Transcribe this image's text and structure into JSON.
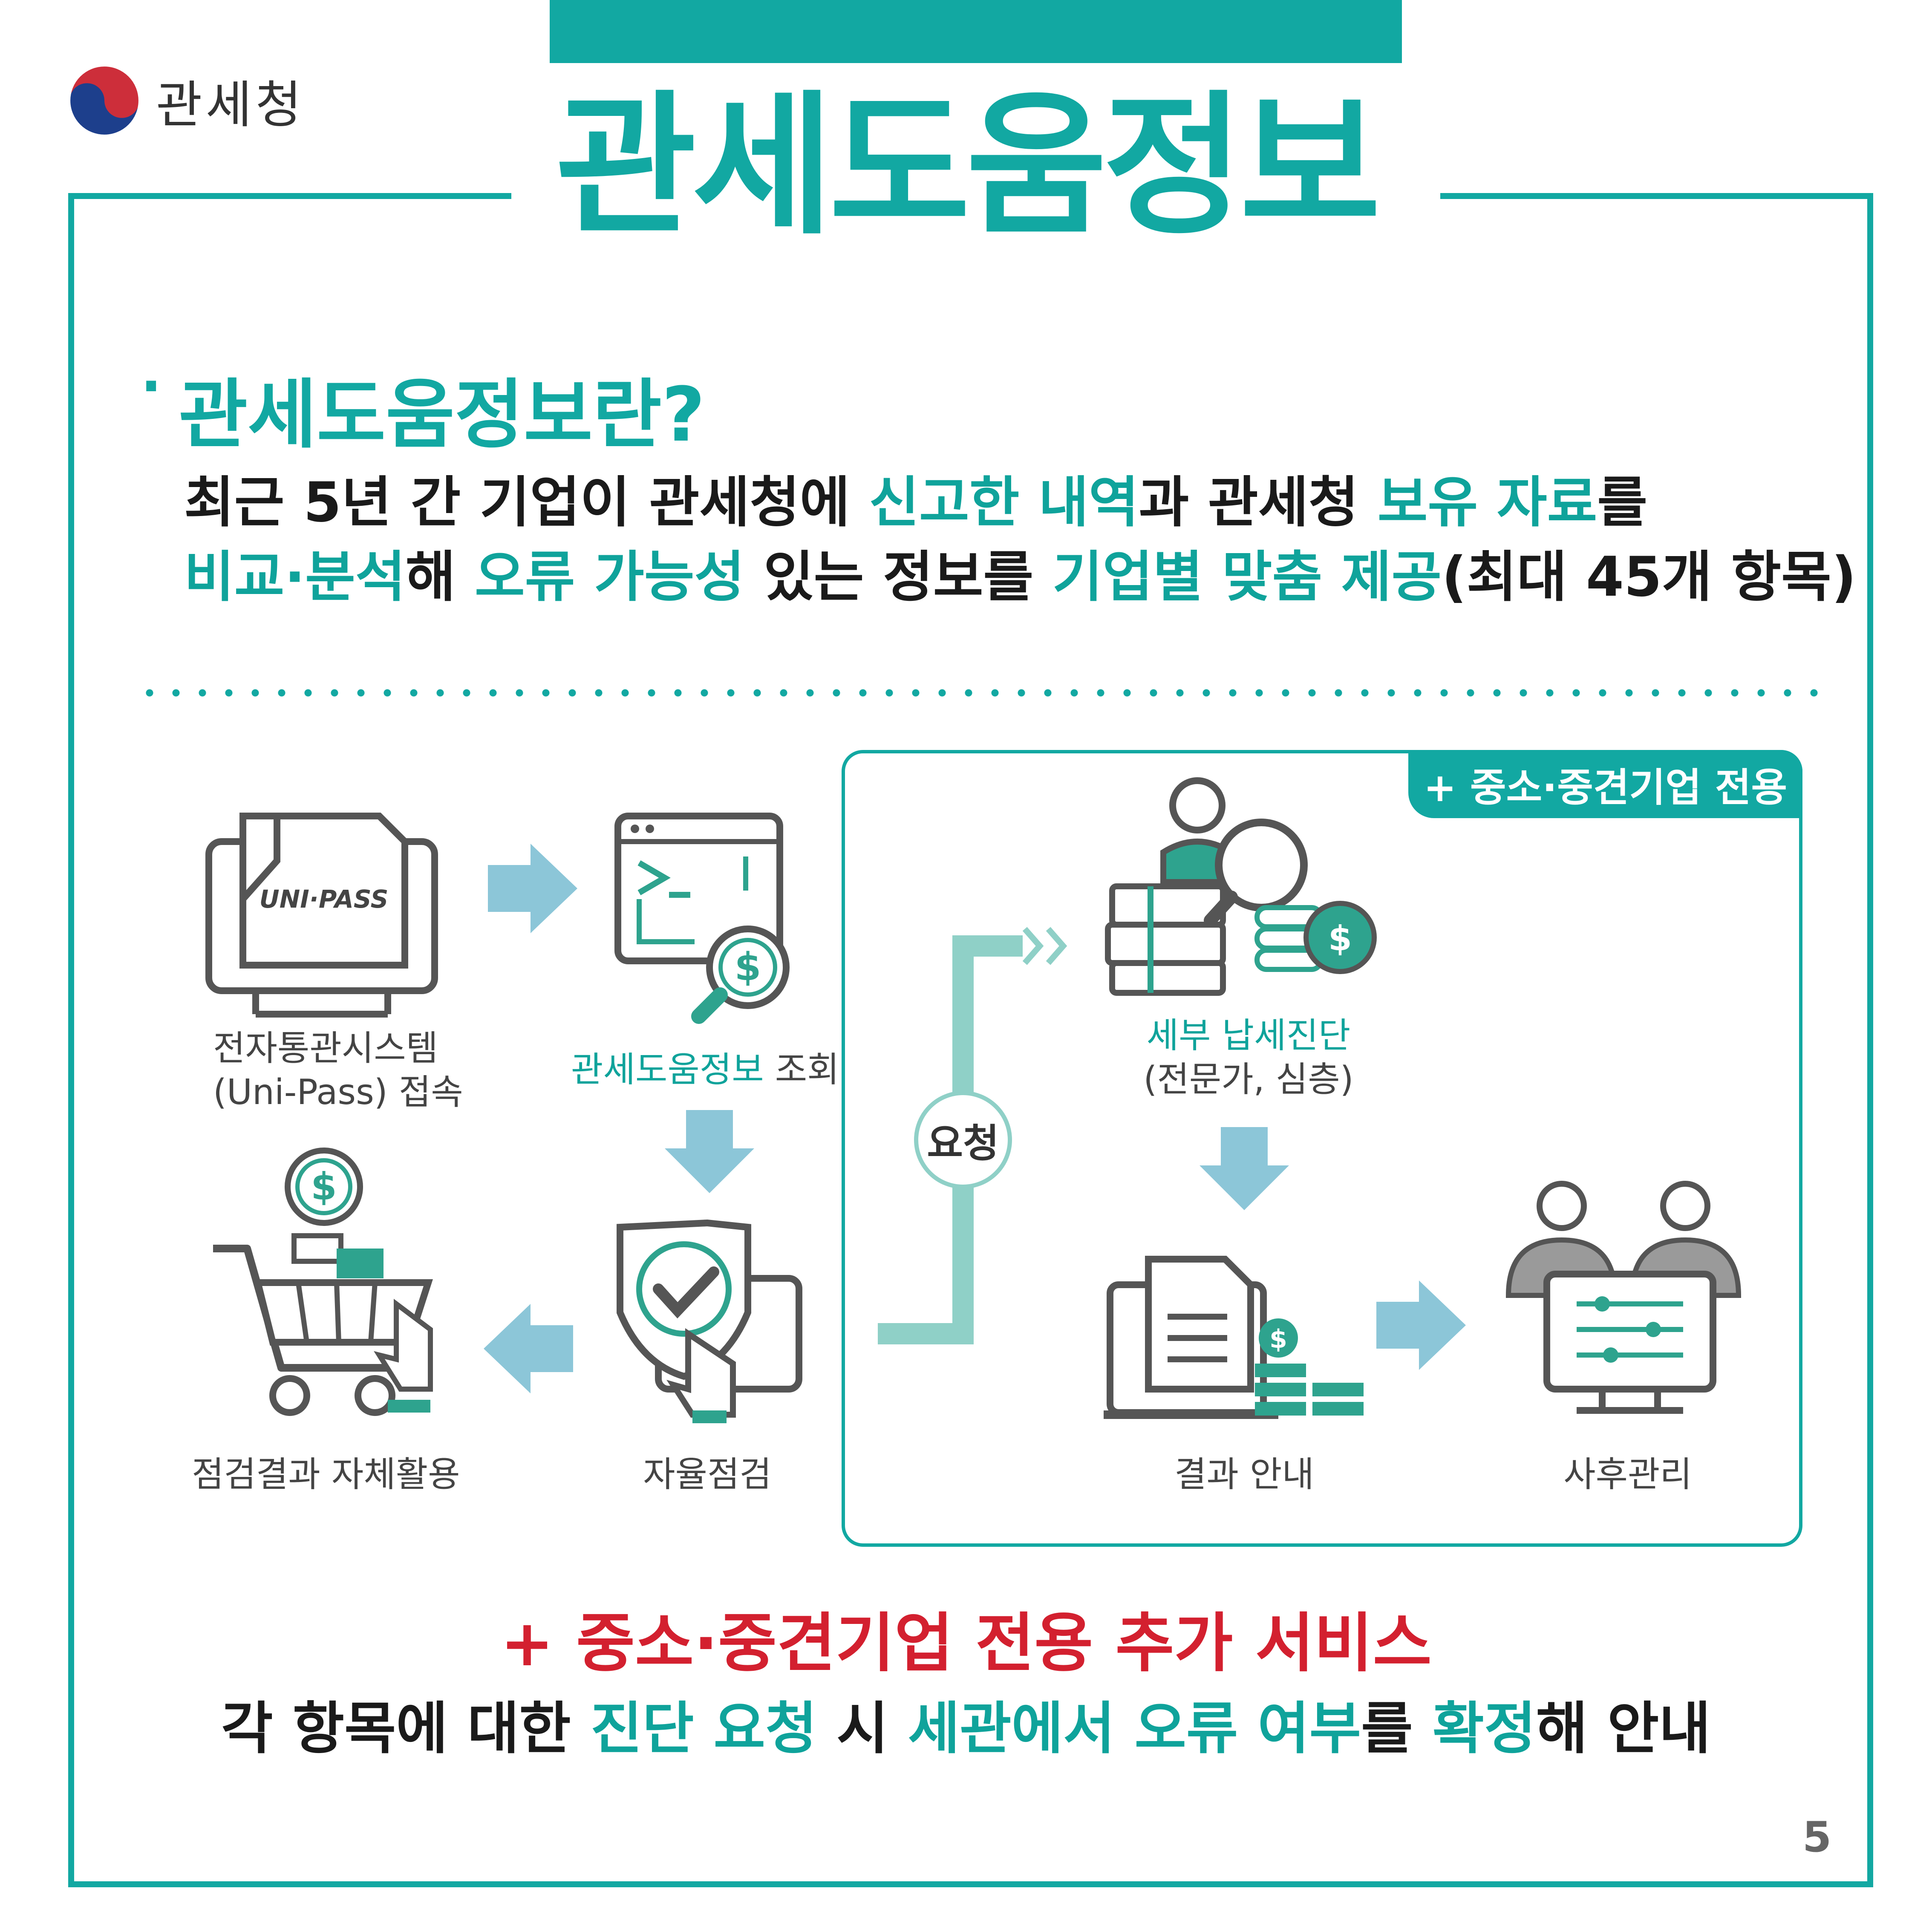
{
  "header": {
    "agency": "관세청",
    "title": "관세도움정보"
  },
  "intro": {
    "question": "관세도움정보란?",
    "line1": [
      "최근 5년 간 기업이 관세청에 ",
      "신고한 내역",
      "과 관세청 ",
      "보유 자료",
      "를"
    ],
    "line2": [
      "비교·분석",
      "해 ",
      "오류 가능성",
      " 있는 정보를 ",
      "기업별 맞춤 제공",
      "(최대 45개 항목)"
    ]
  },
  "flow": {
    "unipass_logo": "UNI·PASS",
    "step1": [
      "전자통관시스템",
      "(Uni-Pass) 접속"
    ],
    "step2": [
      "관세도움정보",
      " 조회"
    ],
    "step3": "자율점검",
    "step4": "점검결과 자체활용",
    "request": "요청",
    "sme_badge": "+ 중소·중견기업 전용",
    "step5": [
      "세부 납세진단",
      "(전문가, 심층)"
    ],
    "step6": "결과 안내",
    "step7": "사후관리"
  },
  "extra": {
    "title": "+ 중소·중견기업 전용 추가 서비스",
    "desc": [
      "각 항목에 대한 ",
      "진단 요청",
      " 시 ",
      "세관에서 오류 여부",
      "를 ",
      "확정",
      "해 안내"
    ]
  },
  "page_number": "5",
  "colors": {
    "teal": "#12a8a2",
    "light_teal": "#8fd0c7",
    "arrow_blue": "#8cc6d8",
    "red": "#d3202f"
  }
}
